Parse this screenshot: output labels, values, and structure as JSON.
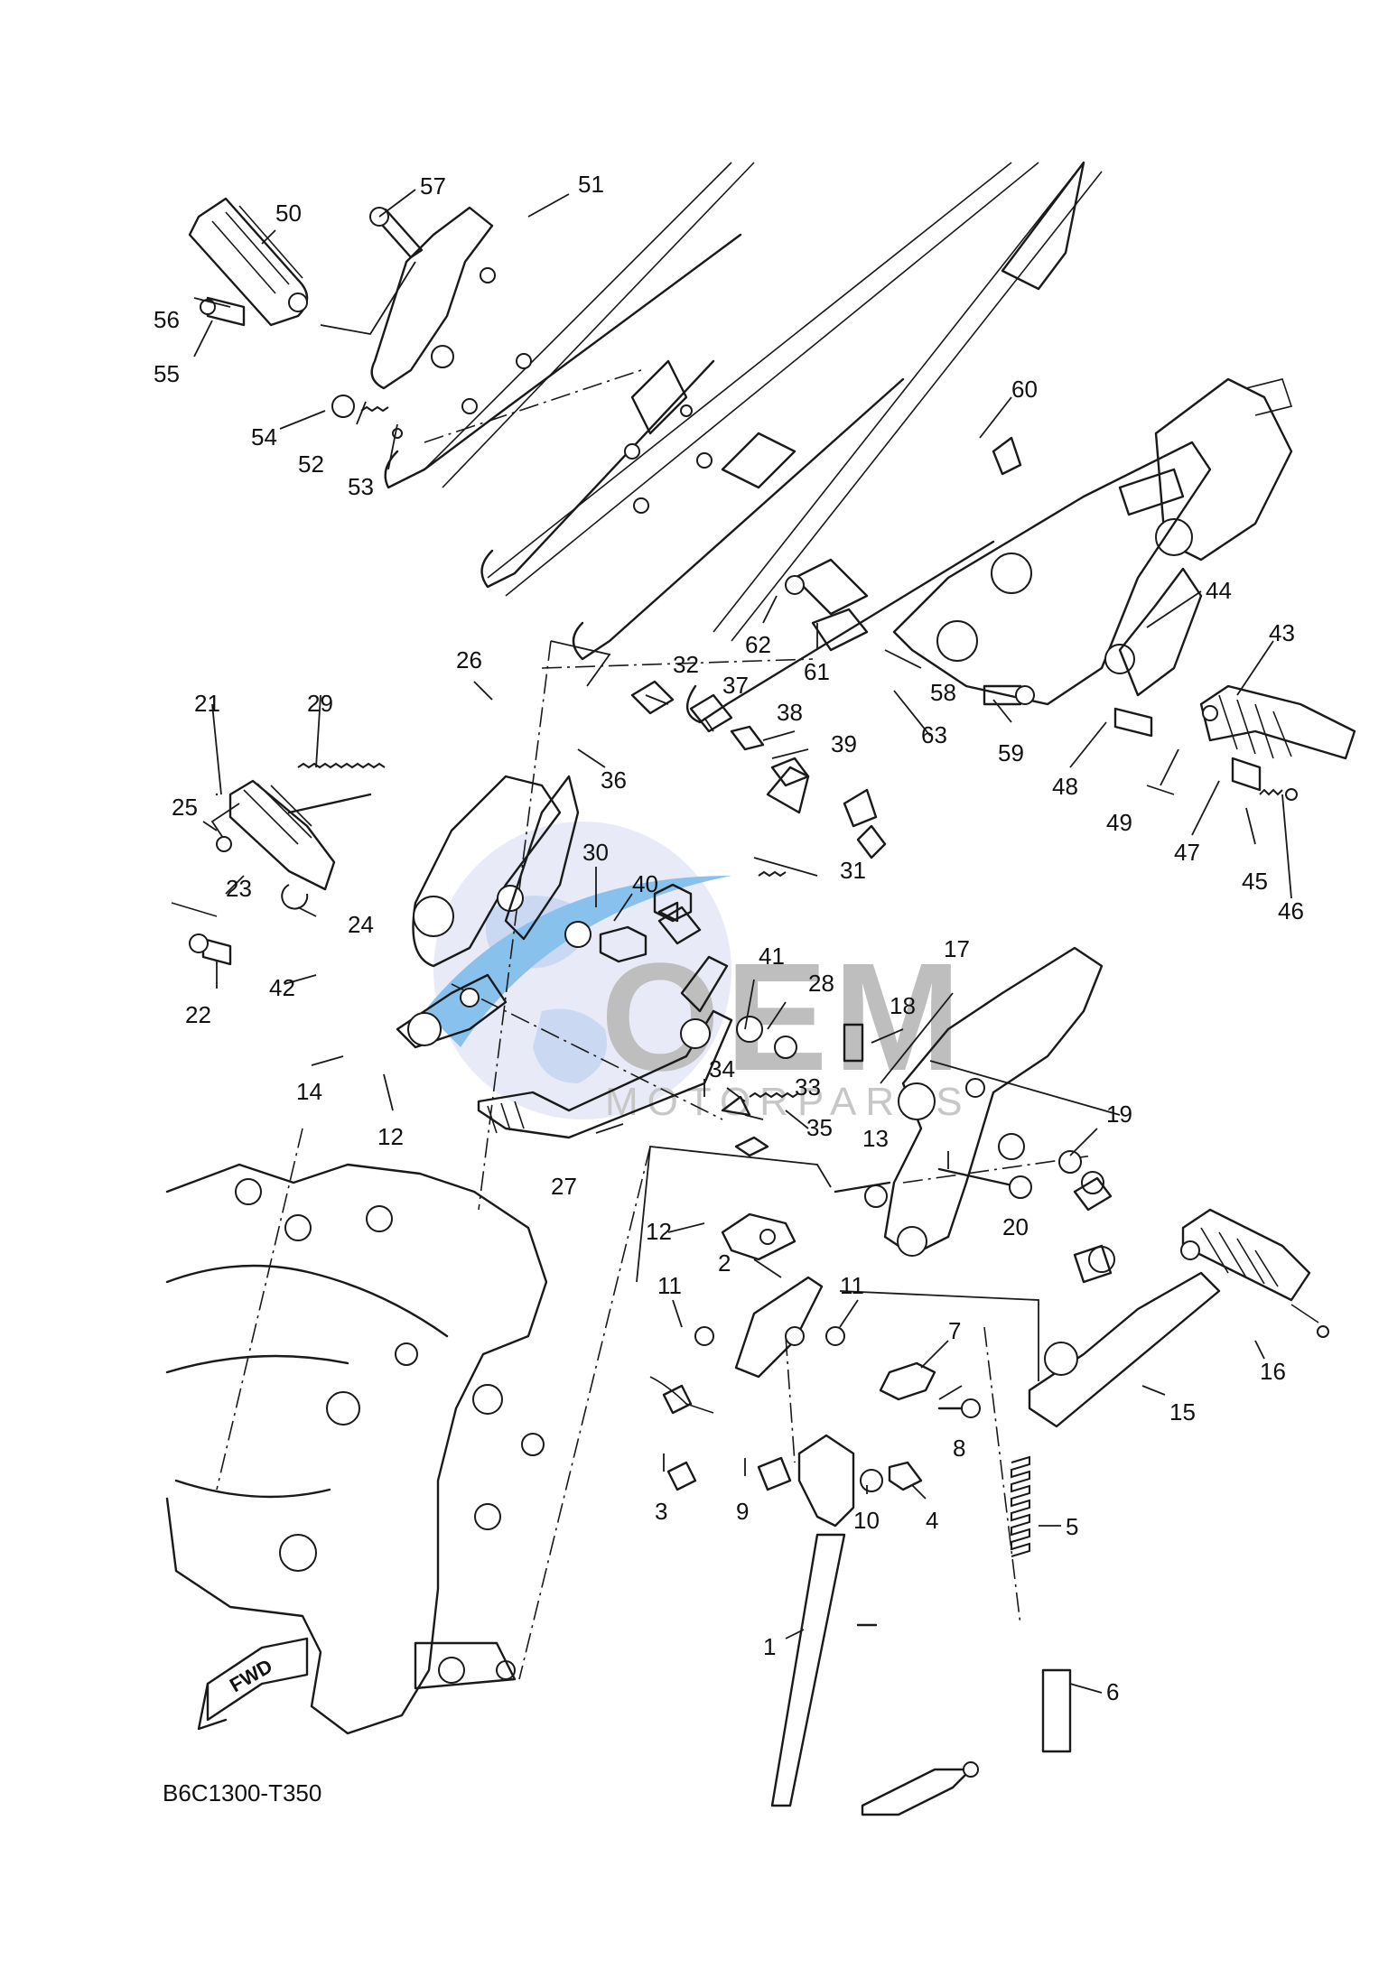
{
  "diagram": {
    "code": "B6C1300-T350",
    "direction_badge": "FWD",
    "watermark": {
      "line1": "OEM",
      "line2": "MOTORPARTS"
    },
    "part_numbers": [
      "57",
      "51",
      "50",
      "56",
      "55",
      "54",
      "52",
      "53",
      "60",
      "44",
      "43",
      "62",
      "61",
      "58",
      "59",
      "63",
      "48",
      "49",
      "47",
      "45",
      "46",
      "26",
      "32",
      "37",
      "38",
      "39",
      "36",
      "21",
      "29",
      "25",
      "23",
      "24",
      "22",
      "31",
      "30",
      "40",
      "42",
      "41",
      "28",
      "18",
      "17",
      "14",
      "12",
      "34",
      "33",
      "35",
      "27",
      "19",
      "13",
      "2",
      "20",
      "11",
      "7",
      "8",
      "3",
      "9",
      "10",
      "4",
      "5",
      "1",
      "6",
      "15",
      "16"
    ]
  }
}
